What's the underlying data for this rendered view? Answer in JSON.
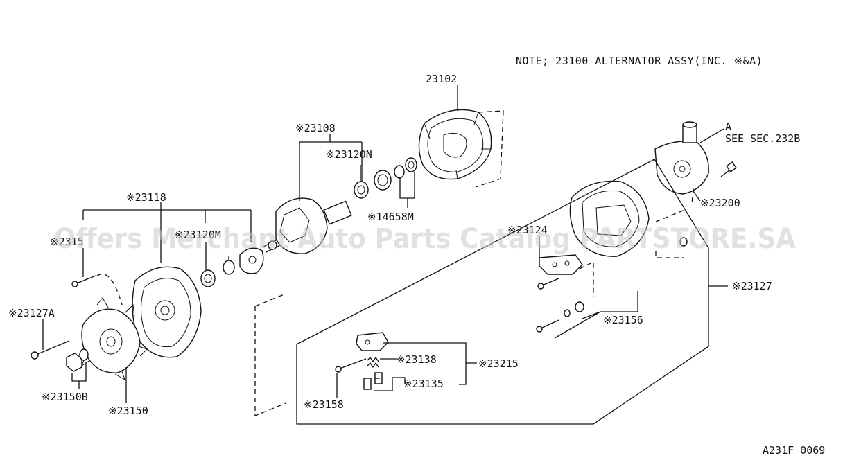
{
  "note": "NOTE; 23100  ALTERNATOR ASSY(INC. ※&A)",
  "ref_a": "A",
  "see_sec": "SEE SEC.232B",
  "watermark": "Offers Merchant Auto Parts Catalog PARTSTORE.SA",
  "diagram_code": "A231F 0069",
  "labels": {
    "p23102": "23102",
    "p23108": "※23108",
    "p23120n": "※23120N",
    "p14658m": "※14658M",
    "p23118": "※23118",
    "p23120m": "※23120M",
    "p2315x": "※2315",
    "p23127a": "※23127A",
    "p23150b": "※23150B",
    "p23150": "※23150",
    "p23124": "※23124",
    "p23200": "※23200",
    "p23127": "※23127",
    "p23156": "※23156",
    "p23138": "※23138",
    "p23215": "※23215",
    "p23135": "※23135",
    "p23158": "※23158"
  }
}
